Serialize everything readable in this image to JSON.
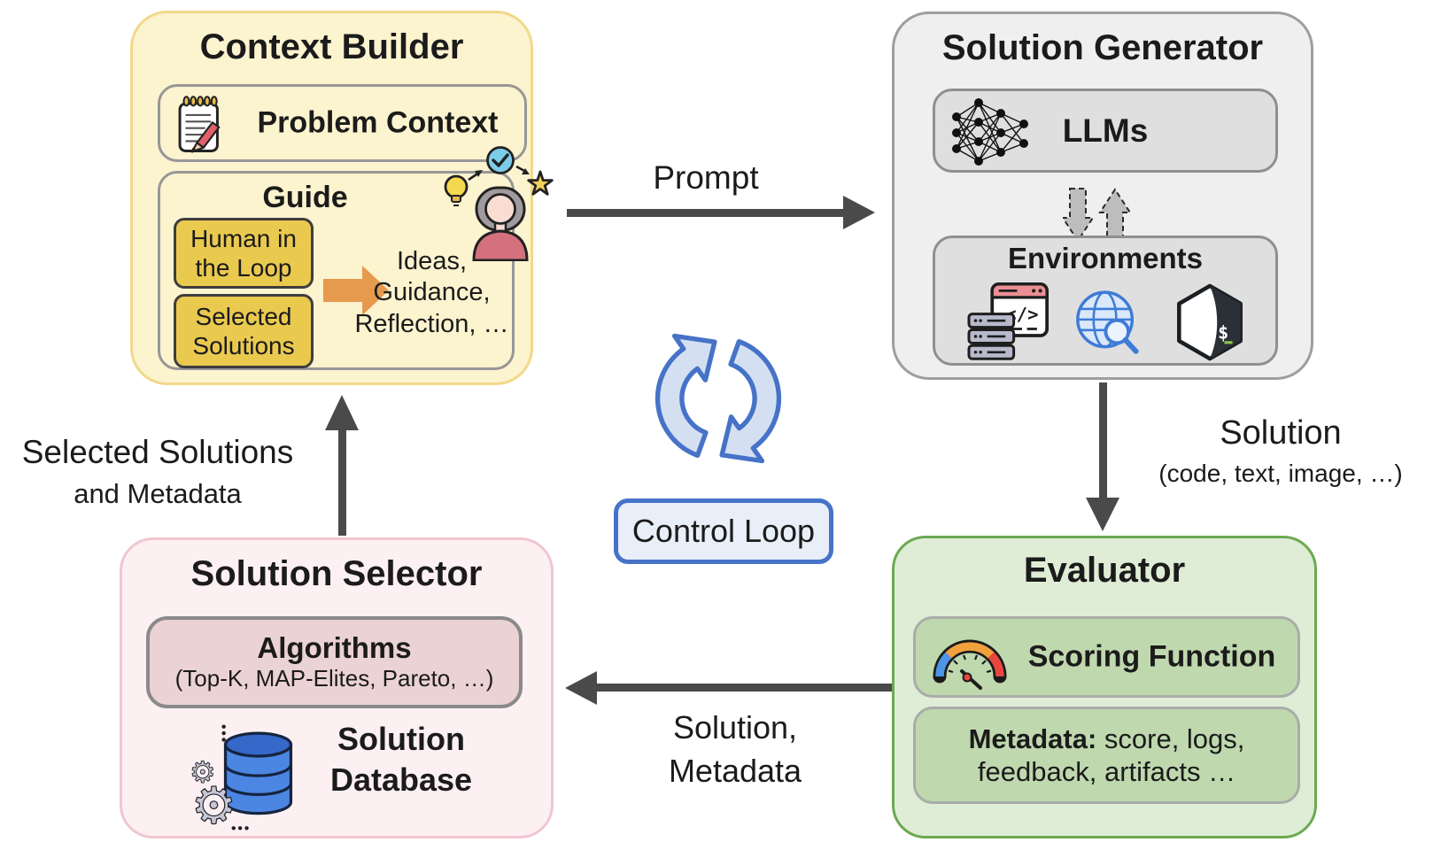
{
  "diagram": {
    "context_builder": {
      "title": "Context Builder",
      "problem_context_label": "Problem Context",
      "guide_title": "Guide",
      "human_in_loop_line1": "Human in",
      "human_in_loop_line2": "the Loop",
      "selected_solutions_line1": "Selected",
      "selected_solutions_line2": "Solutions",
      "ideas_line1": "Ideas,",
      "ideas_line2": "Guidance,",
      "ideas_line3": "Reflection, …"
    },
    "solution_generator": {
      "title": "Solution Generator",
      "llms_label": "LLMs",
      "environments_label": "Environments"
    },
    "evaluator": {
      "title": "Evaluator",
      "scoring_label": "Scoring Function",
      "metadata_bold": "Metadata:",
      "metadata_rest_line1": " score, logs,",
      "metadata_line2": "feedback, artifacts …"
    },
    "solution_selector": {
      "title": "Solution Selector",
      "algorithms_label": "Algorithms",
      "algorithms_sub": "(Top-K, MAP-Elites, Pareto, …)",
      "database_line1": "Solution",
      "database_line2": "Database"
    },
    "control_loop_label": "Control Loop",
    "arrow_labels": {
      "prompt": "Prompt",
      "solution": "Solution",
      "solution_sub": "(code, text, image, …)",
      "solution_metadata_line1": "Solution,",
      "solution_metadata_line2": "Metadata",
      "selected_line1": "Selected Solutions",
      "selected_line2": "and Metadata"
    },
    "icons": {
      "notepad": "notepad-pencil-icon",
      "person": "person-thinking-icon",
      "lightbulb": "lightbulb-icon",
      "check": "check-circle-icon",
      "star": "star-icon",
      "neural_network": "neural-network-icon",
      "servers_code": "server-code-icon",
      "web_search": "globe-search-icon",
      "shell": "terminal-shell-icon",
      "gauge": "gauge-icon",
      "database_gears": "database-gears-icon",
      "cycle": "cycle-arrows-icon",
      "code_glyph": "</>",
      "shell_glyph": "$"
    },
    "colors": {
      "context_fill": "#FCF3CF",
      "context_border": "#F2D88A",
      "gold_chip": "#EAC94F",
      "generator_fill": "#EFEFEF",
      "generator_border": "#9E9E9E",
      "generator_sub_fill": "#DFDFDF",
      "evaluator_fill": "#DFEDD6",
      "evaluator_border": "#6CA951",
      "evaluator_sub_fill": "#BFD8AE",
      "selector_fill": "#FCF0F3",
      "selector_border": "#F0C6D1",
      "selector_sub_fill": "#EBD2D4",
      "flow_arrow": "#4A4A4A",
      "orange_arrow": "#E59A4D",
      "loop_blue": "#4673C8",
      "loop_fill": "#D4E0F1"
    }
  }
}
